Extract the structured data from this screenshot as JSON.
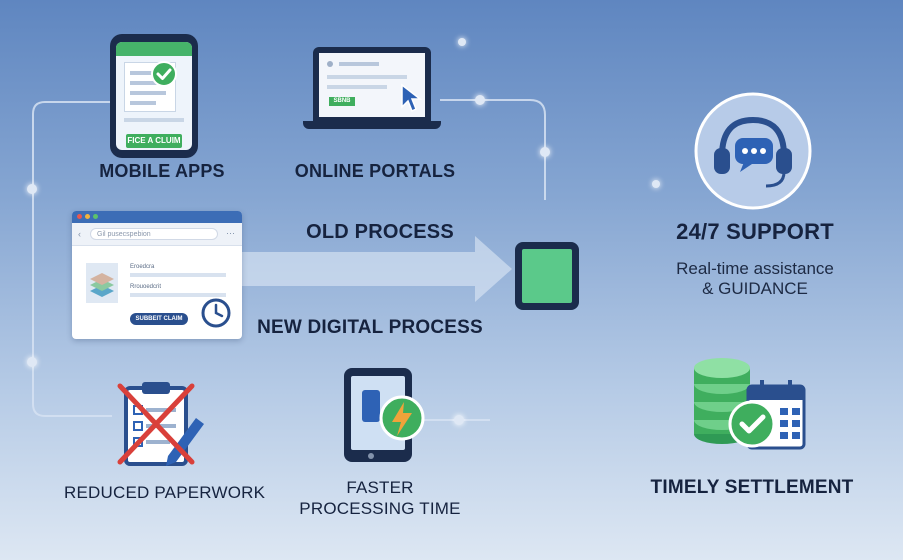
{
  "mobile_apps": {
    "label": "MOBILE APPS",
    "button": "FICE A CLUIM"
  },
  "online_portals": {
    "label": "ONLINE PORTALS",
    "button": "SBNB"
  },
  "old_process": {
    "label": "OLD PROCESS"
  },
  "new_process": {
    "label": "NEW DIGITAL PROCESS",
    "browser_url": "Gil pusecspebion",
    "field_one": "Eroedcra",
    "field_two": "Rrouoedcrit",
    "submit_button": "SUBBEIT CLAIM"
  },
  "support": {
    "title": "24/7 SUPPORT",
    "line1": "Real-time assistance",
    "line2": "& GUIDANCE"
  },
  "paperwork": {
    "label": "REDUCED PAPERWORK"
  },
  "faster": {
    "line1": "FASTER",
    "line2": "PROCESSING TIME"
  },
  "settlement": {
    "label": "TIMELY SETTLEMENT"
  },
  "icons": [
    "check-icon",
    "cursor-icon",
    "tablet-icon",
    "headset-icon",
    "chat-bubble-icon",
    "clock-icon",
    "clipboard-icon",
    "pen-icon",
    "lightning-icon",
    "coins-icon",
    "calendar-icon"
  ],
  "colors": {
    "green": "#3fae5e",
    "navy": "#1e3866",
    "blue": "#2e62b5",
    "red": "#d9403a",
    "orange": "#f0a33a"
  }
}
